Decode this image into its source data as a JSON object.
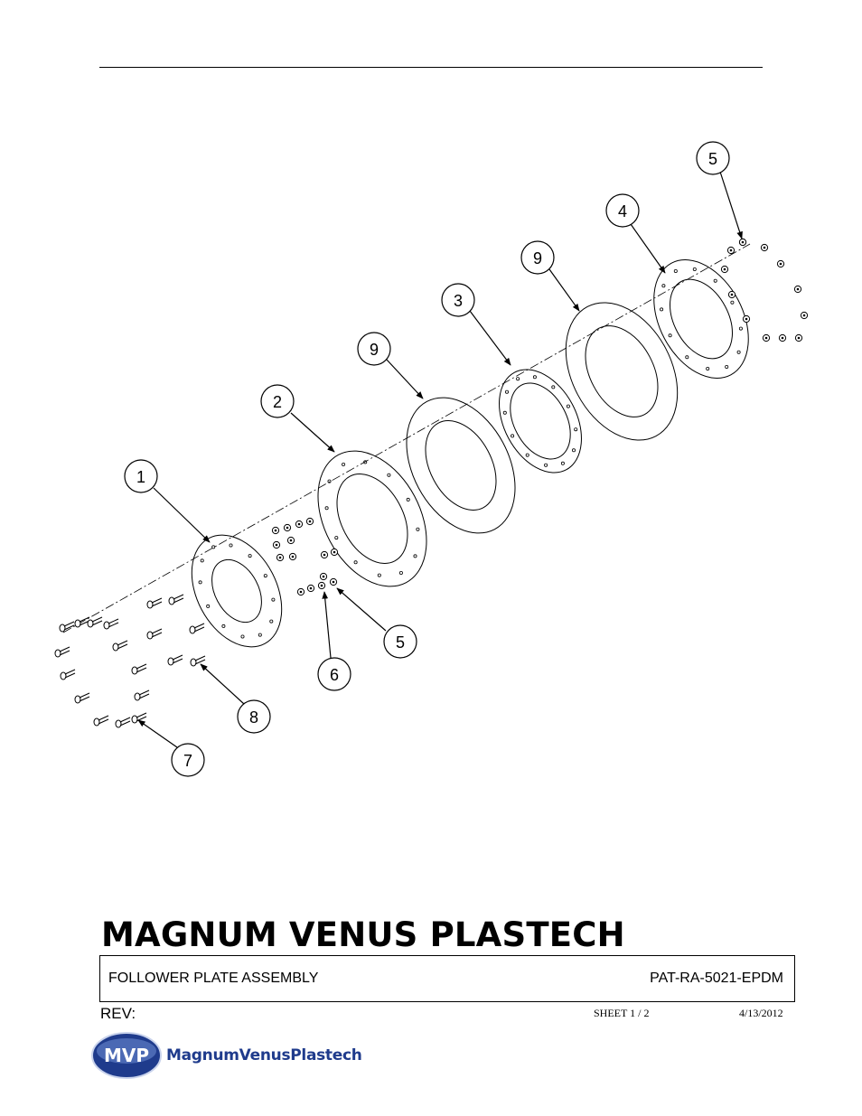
{
  "drawing": {
    "balloons": [
      {
        "id": "b-1",
        "label": "1"
      },
      {
        "id": "b-2",
        "label": "2"
      },
      {
        "id": "b-9a",
        "label": "9"
      },
      {
        "id": "b-3",
        "label": "3"
      },
      {
        "id": "b-9b",
        "label": "9"
      },
      {
        "id": "b-4",
        "label": "4"
      },
      {
        "id": "b-5a",
        "label": "5"
      },
      {
        "id": "b-5b",
        "label": "5"
      },
      {
        "id": "b-6",
        "label": "6"
      },
      {
        "id": "b-7",
        "label": "7"
      },
      {
        "id": "b-8",
        "label": "8"
      }
    ]
  },
  "title_block": {
    "company": "MAGNUM VENUS PLASTECH",
    "title": "FOLLOWER PLATE ASSEMBLY",
    "part_number": "PAT-RA-5021-EPDM",
    "rev_label": "REV:",
    "sheet": "SHEET 1  / 2",
    "date": "4/13/2012"
  },
  "logo": {
    "mark": "MVP",
    "text": "MagnumVenusPlastech",
    "color": "#1f3b8c"
  }
}
